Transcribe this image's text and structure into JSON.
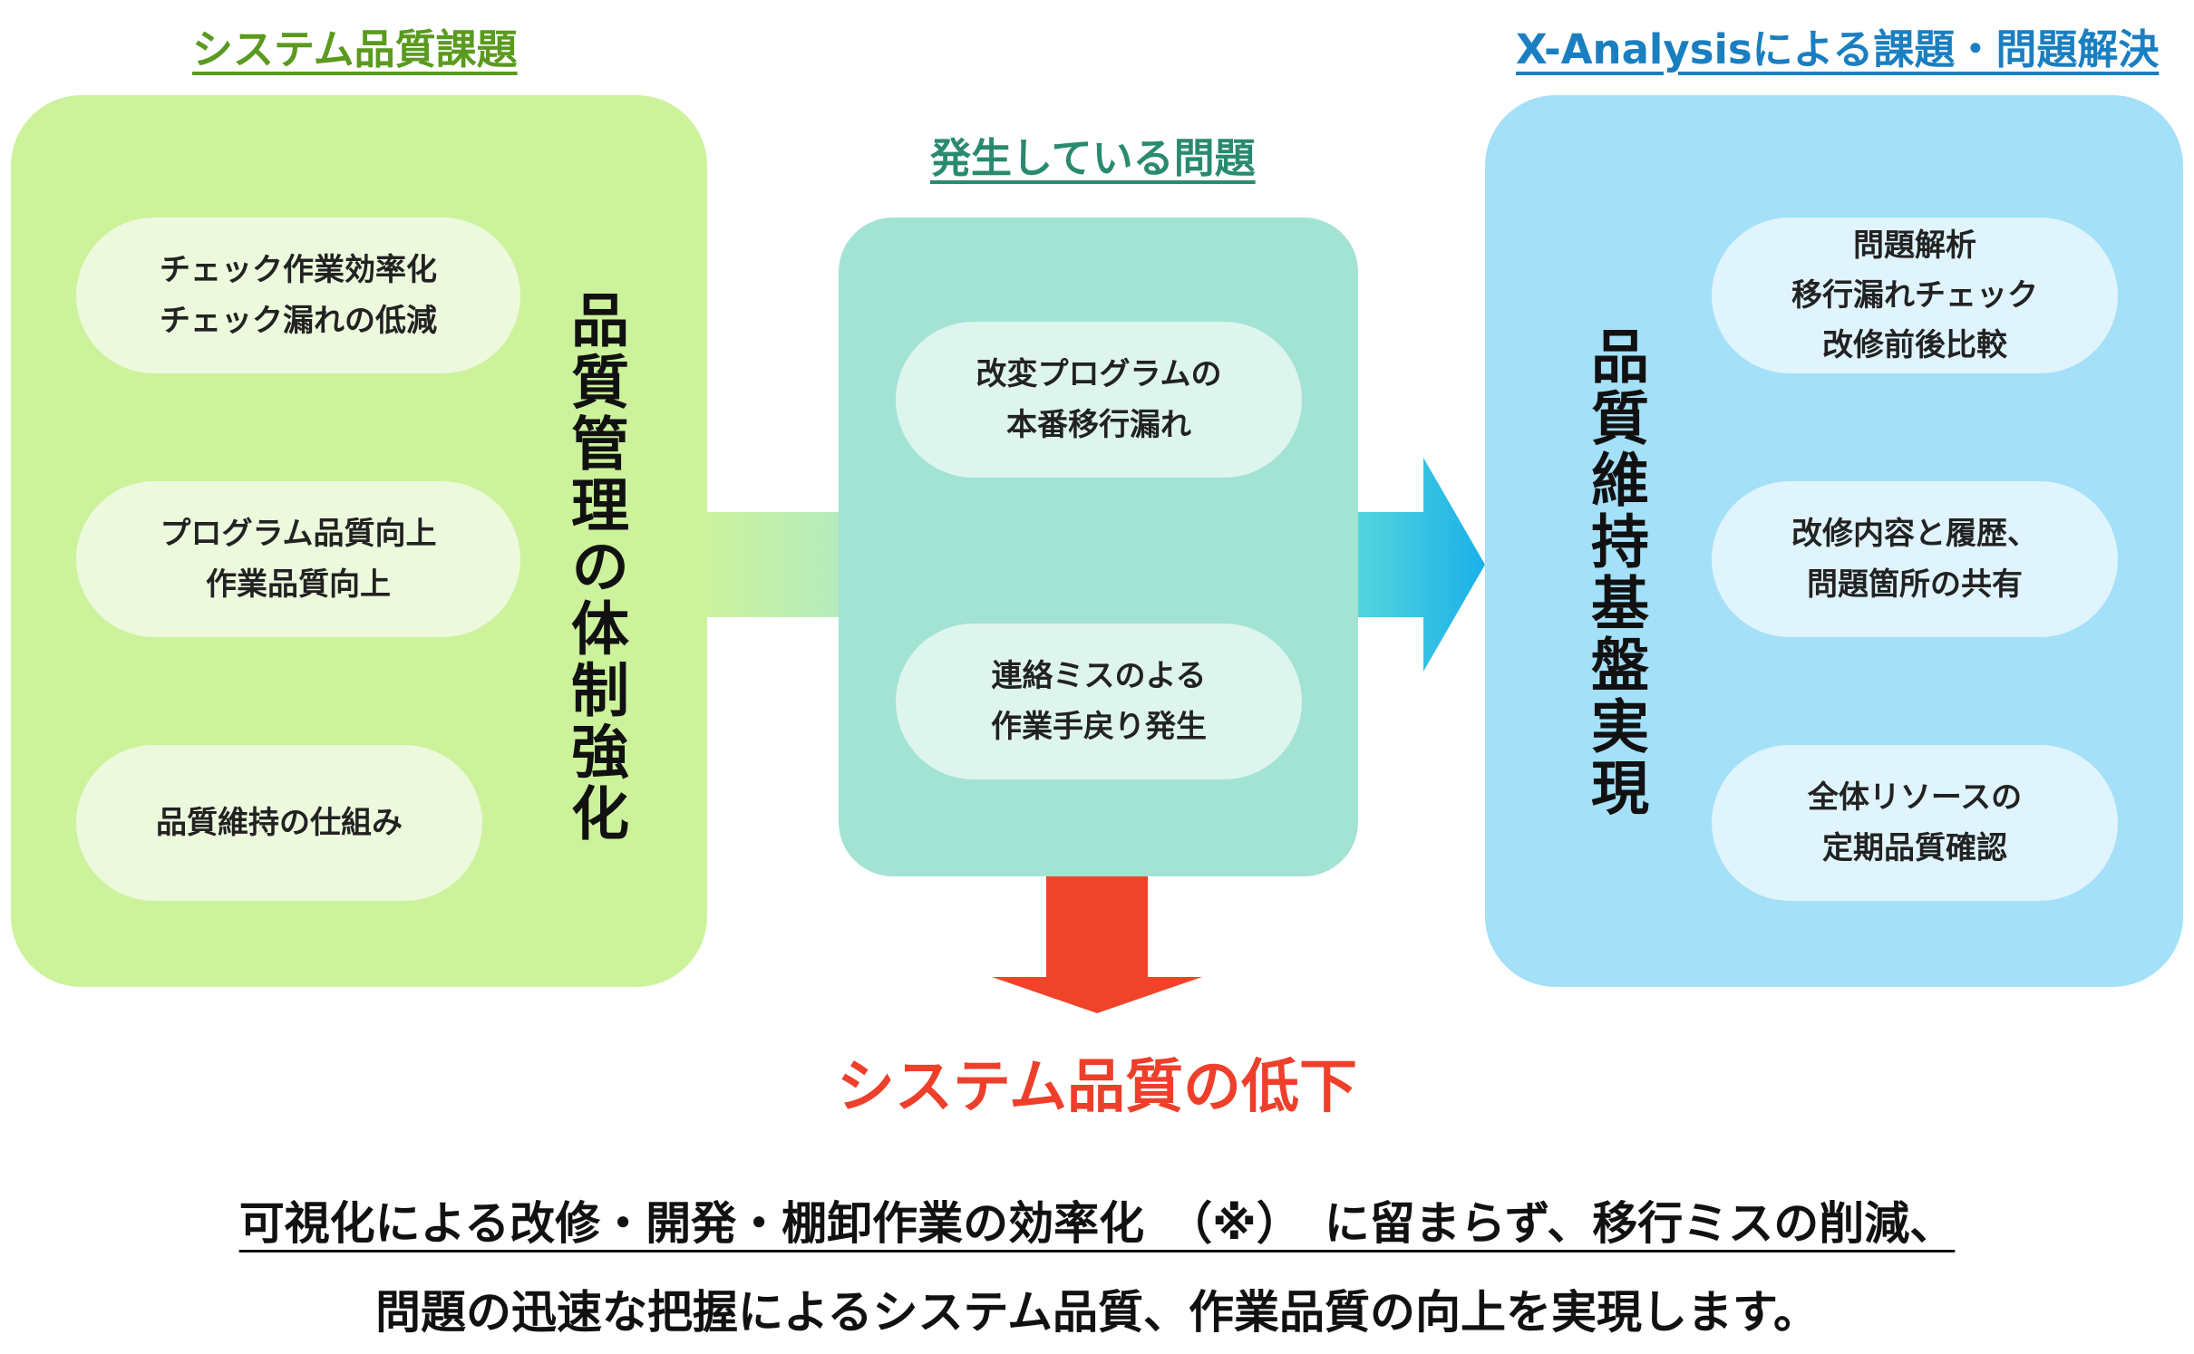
{
  "headings": {
    "left": "システム品質課題",
    "middle": "発生している問題",
    "right": "X-Analysisによる課題・問題解決"
  },
  "left_panel": {
    "vertical_title": "品質管理の体制強化",
    "items": [
      [
        "チェック作業効率化",
        "チェック漏れの低減"
      ],
      [
        "プログラム品質向上",
        "作業品質向上"
      ],
      [
        "品質維持の仕組み"
      ]
    ]
  },
  "middle_panel": {
    "items": [
      [
        "改変プログラムの",
        "本番移行漏れ"
      ],
      [
        "連絡ミスのよる",
        "作業手戻り発生"
      ]
    ],
    "result": "システム品質の低下"
  },
  "right_panel": {
    "vertical_title": "品質維持基盤実現",
    "items": [
      [
        "問題解析",
        "移行漏れチェック",
        "改修前後比較"
      ],
      [
        "改修内容と履歴、",
        "問題箇所の共有"
      ],
      [
        "全体リソースの",
        "定期品質確認"
      ]
    ]
  },
  "footer": {
    "line1": "可視化による改修・開発・棚卸作業の効率化　（※）　に留まらず、移行ミスの削減、",
    "line2": "問題の迅速な把握によるシステム品質、作業品質の向上を実現します。"
  },
  "colors": {
    "left_heading": "#5a9a1e",
    "middle_heading": "#2a8a70",
    "right_heading": "#1a7fc0",
    "left_panel": "#ccf29b",
    "left_pill": "#ecf9dd",
    "middle_panel": "#a2e3d4",
    "middle_pill": "#def5ee",
    "right_panel": "#a4e0f8",
    "right_pill": "#dff4fc",
    "blue_arrow": "#1ab0e8",
    "red_arrow": "#f0442a",
    "result_text": "#ee3f2b"
  }
}
